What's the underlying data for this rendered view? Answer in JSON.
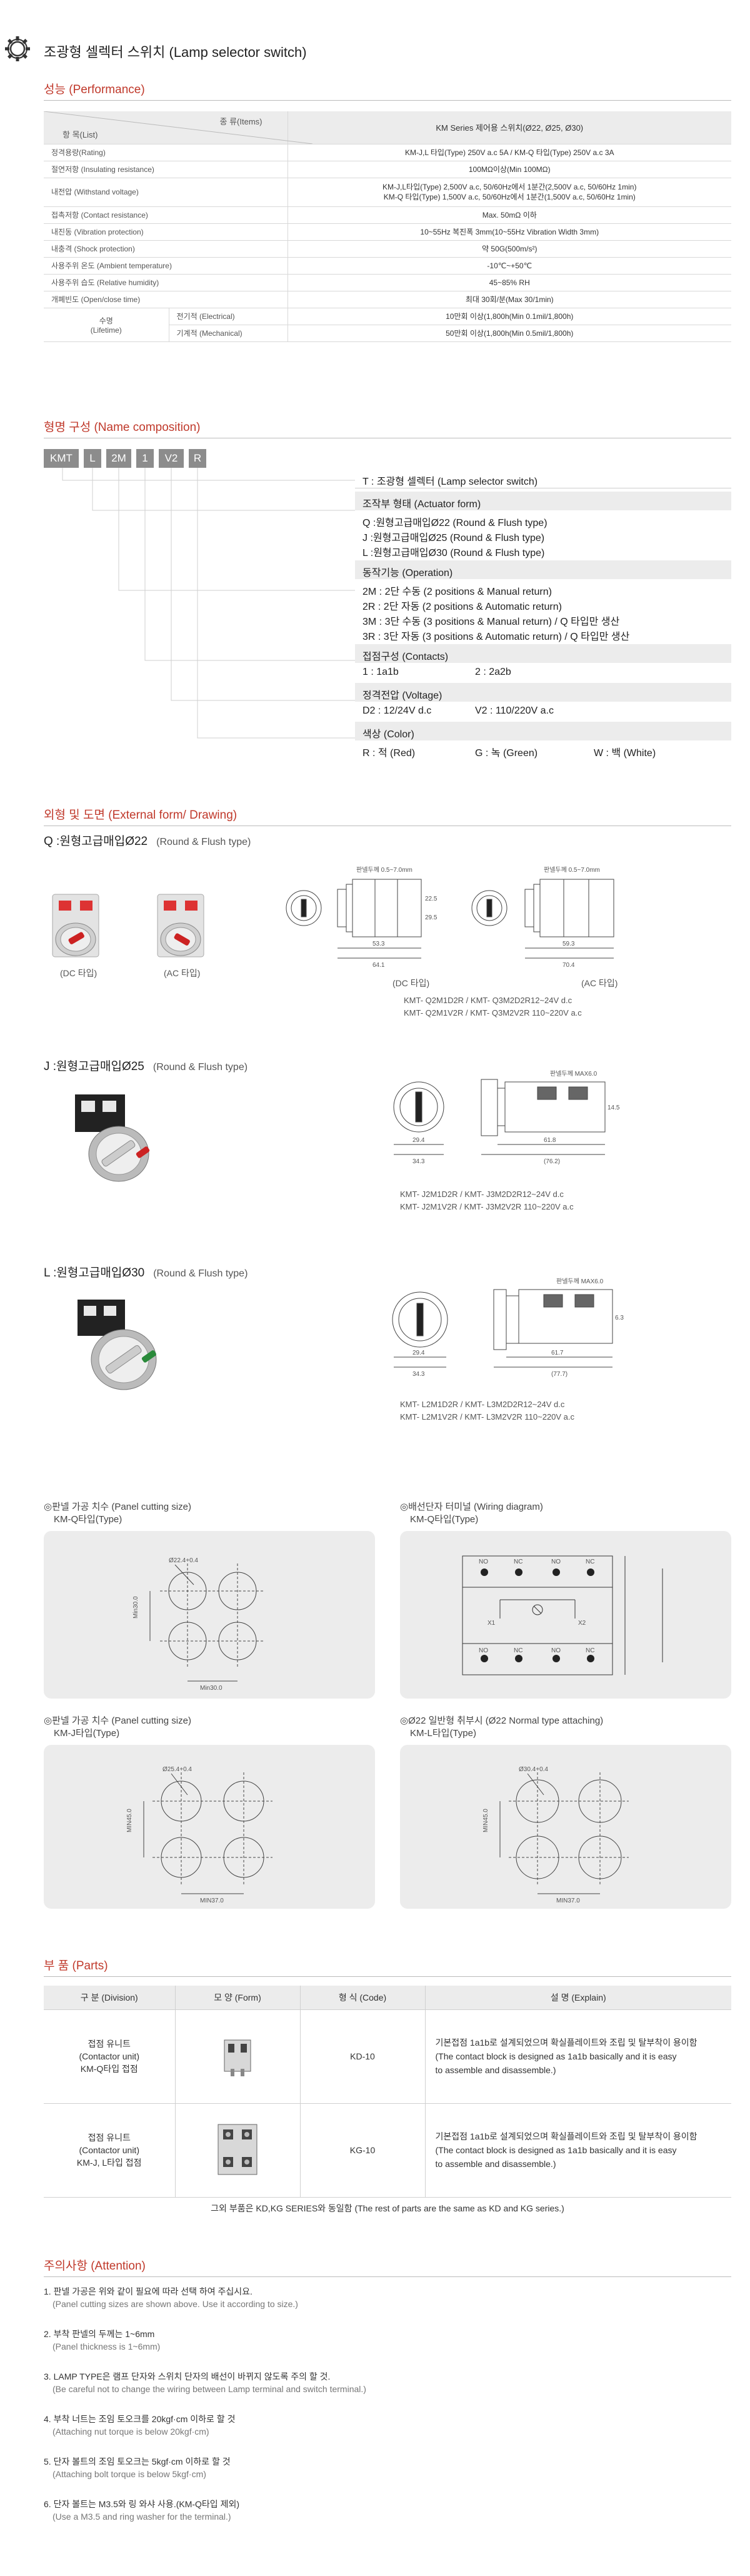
{
  "header": {
    "title": "조광형 셀렉터 스위치 (Lamp selector switch)",
    "icon": "gear-icon"
  },
  "performance": {
    "section_title": "성능 (Performance)",
    "head_kind": "종 류(Items)",
    "head_item": "항 목(List)",
    "head_value": "KM Series 제어용 스위치(Ø22, Ø25, Ø30)",
    "rows": [
      {
        "label": "정격용량(Rating)",
        "value": "KM-J,L 타입(Type) 250V a.c 5A / KM-Q 타입(Type) 250V a.c 3A"
      },
      {
        "label": "절연저항 (Insulating resistance)",
        "value": "100MΩ이상(Min 100MΩ)"
      },
      {
        "label": "내전압 (Withstand voltage)",
        "value": "KM-J,L타입(Type) 2,500V a.c, 50/60Hz에서 1분간(2,500V a.c, 50/60Hz 1min)",
        "value2": "KM-Q 타입(Type) 1,500V a.c, 50/60Hz에서 1분간(1,500V a.c, 50/60Hz 1min)"
      },
      {
        "label": "접촉저항 (Contact resistance)",
        "value": "Max. 50mΩ 이하"
      },
      {
        "label": "내진동 (Vibration protection)",
        "value": "10~55Hz 복진폭 3mm(10~55Hz Vibration Width 3mm)"
      },
      {
        "label": "내충격 (Shock protection)",
        "value": "약 50G(500m/s²)"
      },
      {
        "label": "사용주위 온도 (Ambient temperature)",
        "value": "-10℃~+50℃"
      },
      {
        "label": "사용주위 습도 (Relative humidity)",
        "value": "45~85% RH"
      },
      {
        "label": "개폐빈도 (Open/close time)",
        "value": "최대 30회/분(Max 30/1min)"
      }
    ],
    "lifetime_label": "수명",
    "lifetime_label_en": "(Lifetime)",
    "lifetime_rows": [
      {
        "sub": "전기적 (Electrical)",
        "value": "10만회 이상(1,800h(Min 0.1mil/1,800h)"
      },
      {
        "sub": "기계적 (Mechanical)",
        "value": "50만회 이상(1,800h(Min 0.5mil/1,800h)"
      }
    ]
  },
  "name_composition": {
    "section_title": "형명 구성 (Name composition)",
    "code": [
      "KMT",
      "L",
      "2M",
      "1",
      "V2",
      "R"
    ],
    "lines": [
      {
        "text": "T : 조광형 셀렉터 (Lamp selector switch)",
        "kind": "item"
      },
      {
        "text": "조작부 형태 (Actuator form)",
        "kind": "head"
      },
      {
        "text": "Q :원형고급매입Ø22 (Round & Flush type)",
        "kind": "item"
      },
      {
        "text": "J :원형고급매입Ø25 (Round & Flush type)",
        "kind": "item"
      },
      {
        "text": "L :원형고급매입Ø30 (Round & Flush type)",
        "kind": "item"
      },
      {
        "text": "동작기능 (Operation)",
        "kind": "head"
      },
      {
        "text": "2M : 2단 수동 (2 positions & Manual return)",
        "kind": "item"
      },
      {
        "text": "2R : 2단 자동 (2 positions & Automatic return)",
        "kind": "item"
      },
      {
        "text": "3M : 3단 수동 (3 positions & Manual return) / Q 타입만 생산",
        "kind": "item"
      },
      {
        "text": "3R : 3단 자동 (3 positions & Automatic return) / Q 타입만 생산",
        "kind": "item"
      },
      {
        "text": "접점구성 (Contacts)",
        "kind": "head"
      },
      {
        "text": "1 : 1a1b",
        "text2": "2 : 2a2b",
        "kind": "pair"
      },
      {
        "text": "정격전압 (Voltage)",
        "kind": "head"
      },
      {
        "text": "D2 : 12/24V d.c",
        "text2": "V2 : 110/220V a.c",
        "kind": "pair"
      },
      {
        "text": "색상 (Color)",
        "kind": "head"
      },
      {
        "text": "R : 적 (Red)",
        "text2": "G : 녹 (Green)",
        "text3": "W : 백 (White)",
        "kind": "triple"
      }
    ]
  },
  "external": {
    "section_title": "외형 및 도면 (External form/ Drawing)",
    "q": {
      "title": "Q :원형고급매입Ø22",
      "subtitle": "(Round & Flush type)",
      "cap_dc": "(DC 타입)",
      "cap_ac": "(AC 타입)",
      "dwg_dc": "(DC 타입)",
      "dwg_ac": "(AC 타입)",
      "panel_thk": "판넬두께 0.5~7.0mm",
      "models": [
        "KMT- Q2M1D2R / KMT- Q3M2D2R12~24V d.c",
        "KMT- Q2M1V2R / KMT- Q3M2V2R 110~220V a.c"
      ],
      "d1": "53.3",
      "d2": "64.1",
      "d3": "59.3",
      "d4": "70.4",
      "d5": "22.5",
      "d6": "29.5"
    },
    "j": {
      "title": "J :원형고급매입Ø25",
      "subtitle": "(Round & Flush type)",
      "panel_thk": "판넬두께 MAX6.0",
      "models": [
        "KMT- J2M1D2R / KMT- J3M2D2R12~24V d.c",
        "KMT- J2M1V2R / KMT- J3M2V2R 110~220V a.c"
      ],
      "d1": "29.4",
      "d2": "34.3",
      "d3": "61.8",
      "d4": "(76.2)",
      "d5": "14.5"
    },
    "l": {
      "title": "L :원형고급매입Ø30",
      "subtitle": "(Round & Flush type)",
      "panel_thk": "판넬두께 MAX6.0",
      "models": [
        "KMT- L2M1D2R / KMT- L3M2D2R12~24V d.c",
        "KMT- L2M1V2R / KMT- L3M2V2R 110~220V a.c"
      ],
      "d1": "29.4",
      "d2": "34.3",
      "d3": "61.7",
      "d4": "(77.7)",
      "d5": "6.3"
    },
    "panels": [
      {
        "title": "◎판넬 가공 치수 (Panel cutting size)",
        "sub": "KM-Q타입(Type)",
        "dim_a": "Ø22.4+0.4",
        "dim_b": "Min30.0",
        "dim_c": "Min30.0"
      },
      {
        "title": "◎배선단자 터미널 (Wiring diagram)",
        "sub": "KM-Q타입(Type)",
        "x1": "X1",
        "x2": "X2",
        "no": "NO",
        "nc": "NC"
      },
      {
        "title": "◎판넬 가공 치수 (Panel cutting size)",
        "sub": "KM-J타입(Type)",
        "dim_a": "Ø25.4+0.4",
        "dim_b": "MIN45.0",
        "dim_c": "MIN37.0"
      },
      {
        "title": "◎Ø22 일반형 취부시 (Ø22 Normal type attaching)",
        "sub": "KM-L타입(Type)",
        "dim_a": "Ø30.4+0.4",
        "dim_b": "MIN45.0",
        "dim_c": "MIN37.0"
      }
    ]
  },
  "parts": {
    "section_title": "부 품 (Parts)",
    "headers": [
      "구 분 (Division)",
      "모 양 (Form)",
      "형 식 (Code)",
      "설 명 (Explain)"
    ],
    "rows": [
      {
        "division": [
          "접점 유니트",
          "(Contactor unit)",
          "KM-Q타입 접점"
        ],
        "code": "KD-10",
        "explain": [
          "기본접점 1a1b로 설계되었으며 확실플레이트와 조립 및 탈부착이 용이함",
          "(The contact block is designed as 1a1b basically and it is easy",
          "to assemble and disassemble.)"
        ]
      },
      {
        "division": [
          "접점 유니트",
          "(Contactor unit)",
          "KM-J, L타입 접점"
        ],
        "code": "KG-10",
        "explain": [
          "기본접점 1a1b로 설계되었으며 확실플레이트와 조립 및 탈부착이 용이함",
          "(The contact block is designed as 1a1b basically and it is easy",
          "to assemble and disassemble.)"
        ]
      }
    ],
    "note": "그외 부품은 KD,KG SERIES와 동일함 (The rest of parts are the same as KD and KG series.)"
  },
  "attention": {
    "section_title": "주의사항 (Attention)",
    "items": [
      {
        "ko": "1. 판넬 가공은 위와 같이 필요에 따라 선택 하여 주십시요.",
        "en": "(Panel cutting sizes are shown above. Use it according to size.)"
      },
      {
        "ko": "2. 부착 판넬의 두께는 1~6mm",
        "en": "(Panel thickness is 1~6mm)"
      },
      {
        "ko": "3. LAMP TYPE은 램프 단자와 스위치 단자의 배선이 바뀌지 않도록 주의 할 것.",
        "en": "(Be careful not to change the wiring between Lamp terminal and switch terminal.)"
      },
      {
        "ko": "4. 부착 너트는 조임 토오크를 20kgf·cm 이하로 할 것",
        "en": "(Attaching nut torque is below 20kgf·cm)"
      },
      {
        "ko": "5. 단자 볼트의 조임 토오크는 5kgf·cm 이하로 할 것",
        "en": "(Attaching bolt torque is below 5kgf·cm)"
      },
      {
        "ko": "6. 단자 볼트는 M3.5와 링 와샤 사용.(KM-Q타입 제외)",
        "en": "(Use a M3.5 and ring washer for the terminal.)"
      }
    ]
  },
  "colors": {
    "accent": "#c0392b",
    "header_bg": "#ececec",
    "code_bg": "#8c8c8c",
    "panel_bg": "#ececec"
  }
}
